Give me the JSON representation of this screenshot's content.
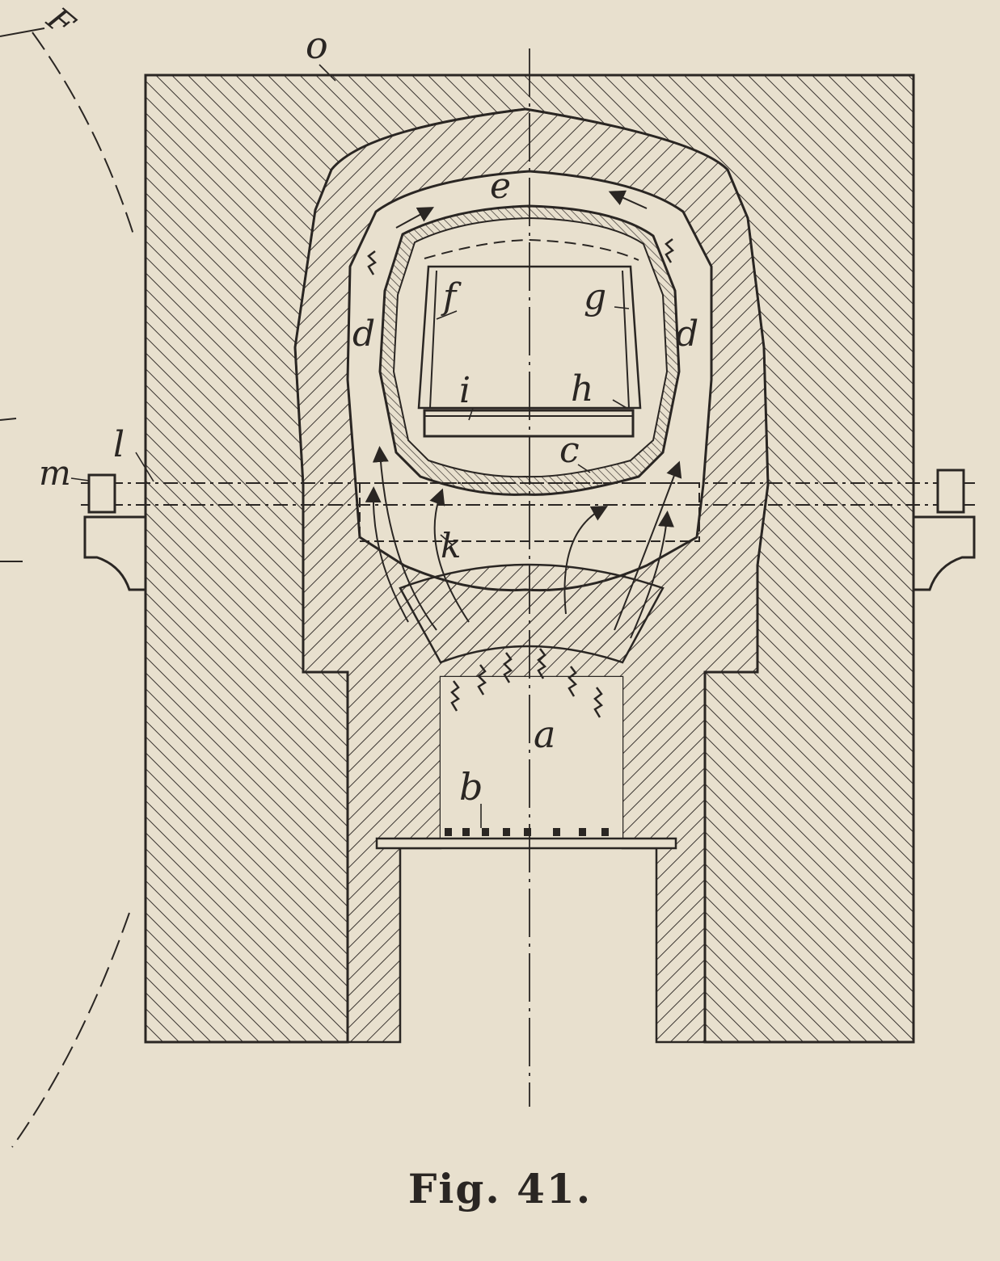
{
  "figure": {
    "caption": "Fig. 41.",
    "labels": {
      "a": "a",
      "b": "b",
      "c": "c",
      "d_left": "d",
      "d_right": "d",
      "e": "e",
      "f": "f",
      "g": "g",
      "h": "h",
      "i": "i",
      "k": "k",
      "l": "l",
      "m": "m",
      "o": "o",
      "F": "F"
    }
  },
  "colors": {
    "paper": "#e8e0ce",
    "ink": "#2a2623"
  }
}
